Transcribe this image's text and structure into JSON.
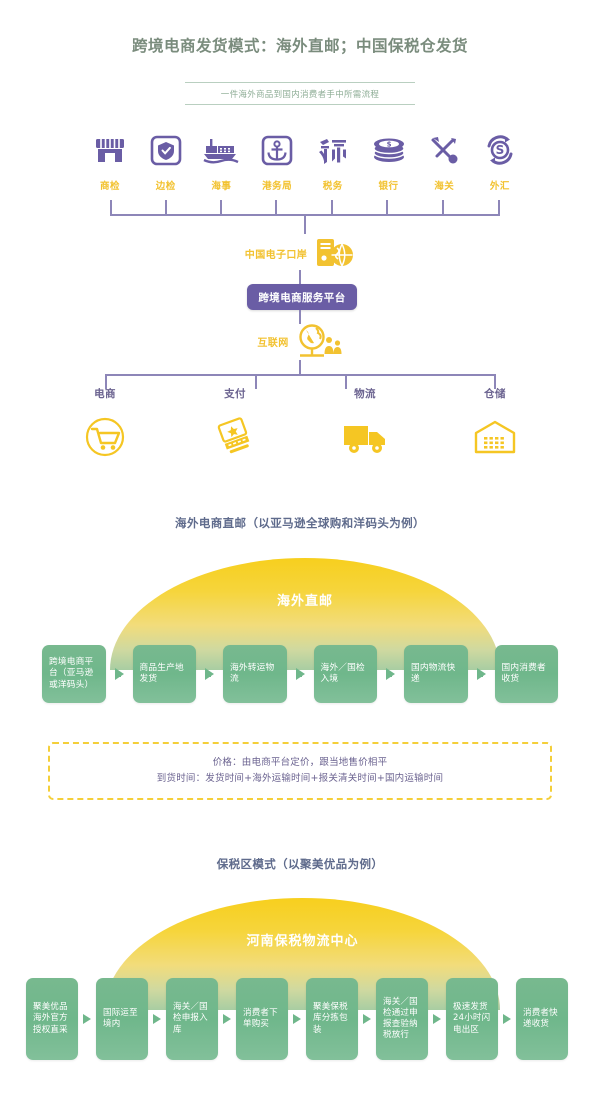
{
  "header": {
    "title": "跨境电商发货模式：海外直邮；中国保税仓发货",
    "subtitle": "一件海外商品到国内消费者手中所需流程"
  },
  "colors": {
    "title_green": "#7a8c7d",
    "agency_yellow": "#f2c230",
    "icon_purple": "#6a5da5",
    "platform_purple": "#6a5da5",
    "flow_green": "#6fb78b",
    "dome_yellow": "#f7cf1e",
    "note_border": "#f4cf3a",
    "label_blue": "#6b6390"
  },
  "agencies": [
    {
      "label": "商检",
      "icon": "inspection-shop-icon"
    },
    {
      "label": "边检",
      "icon": "shield-check-icon"
    },
    {
      "label": "海事",
      "icon": "cargo-ship-icon"
    },
    {
      "label": "港务局",
      "icon": "anchor-icon"
    },
    {
      "label": "税务",
      "icon": "tax-character-icon"
    },
    {
      "label": "银行",
      "icon": "coin-stack-icon"
    },
    {
      "label": "海关",
      "icon": "customs-crossed-tools-icon"
    },
    {
      "label": "外汇",
      "icon": "currency-exchange-icon"
    }
  ],
  "platform": {
    "e_port_label": "中国电子口岸",
    "e_port_icon": "server-globe-icon",
    "box_label": "跨境电商服务平台",
    "internet_label": "互联网",
    "internet_icon": "globe-people-icon"
  },
  "services": [
    {
      "label": "电商",
      "icon": "shopping-cart-icon"
    },
    {
      "label": "支付",
      "icon": "payment-card-icon"
    },
    {
      "label": "物流",
      "icon": "delivery-truck-icon"
    },
    {
      "label": "仓储",
      "icon": "warehouse-icon"
    }
  ],
  "section_direct": {
    "heading": "海外电商直邮（以亚马逊全球购和洋码头为例）",
    "dome_label": "海外直邮",
    "steps": [
      "跨境电商平台（亚马逊或洋码头）",
      "商品生产地发货",
      "海外转运物流",
      "海外／国检入境",
      "国内物流快递",
      "国内消费者收货"
    ],
    "note": [
      "价格：由电商平台定价，跟当地售价相平",
      "到货时间：发货时间+海外运输时间+报关清关时间+国内运输时间"
    ]
  },
  "section_bonded": {
    "heading": "保税区模式（以聚美优品为例）",
    "dome_label": "河南保税物流中心",
    "steps": [
      "聚美优品海外官方授权直采",
      "国际运至境内",
      "海关／国检申报入库",
      "消费者下单购买",
      "聚美保税库分拣包装",
      "海关／国检通过申报查验纳税放行",
      "极速发货24小时闪电出区",
      "消费者快递收货"
    ]
  }
}
